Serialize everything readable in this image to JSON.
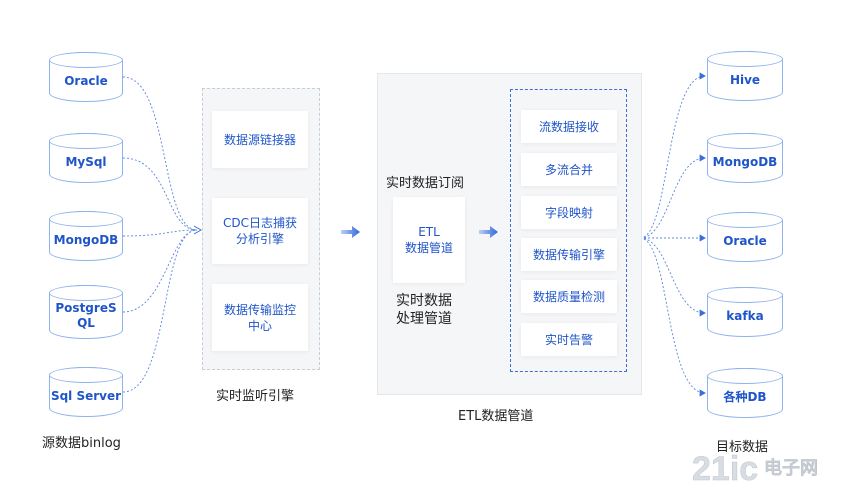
{
  "sources": {
    "items": [
      {
        "label": "Oracle"
      },
      {
        "label": "MySql"
      },
      {
        "label": "MongoDB"
      },
      {
        "label": "PostgreS\nQL"
      },
      {
        "label": "Sql Server"
      }
    ],
    "caption": "源数据binlog"
  },
  "monitor": {
    "cards": [
      {
        "label": "数据源链接器"
      },
      {
        "label": "CDC日志捕获\n分析引擎"
      },
      {
        "label": "数据传输监控\n中心"
      }
    ],
    "caption": "实时监听引擎"
  },
  "etl": {
    "subscribe_label": "实时数据订阅",
    "pipe_card": "ETL\n数据管道",
    "process_label": "实时数据\n处理管道",
    "steps": [
      {
        "label": "流数据接收"
      },
      {
        "label": "多流合并"
      },
      {
        "label": "字段映射"
      },
      {
        "label": "数据传输引擎"
      },
      {
        "label": "数据质量检测"
      },
      {
        "label": "实时告警"
      }
    ],
    "caption": "ETL数据管道"
  },
  "targets": {
    "items": [
      {
        "label": "Hive"
      },
      {
        "label": "MongoDB"
      },
      {
        "label": "Oracle"
      },
      {
        "label": "kafka"
      },
      {
        "label": "各种DB"
      }
    ],
    "caption": "目标数据"
  },
  "watermark": {
    "text": "21ic电子网"
  },
  "colors": {
    "accent": "#1f55c9",
    "line": "#3b6fd6",
    "panel": "#f5f6f8"
  }
}
